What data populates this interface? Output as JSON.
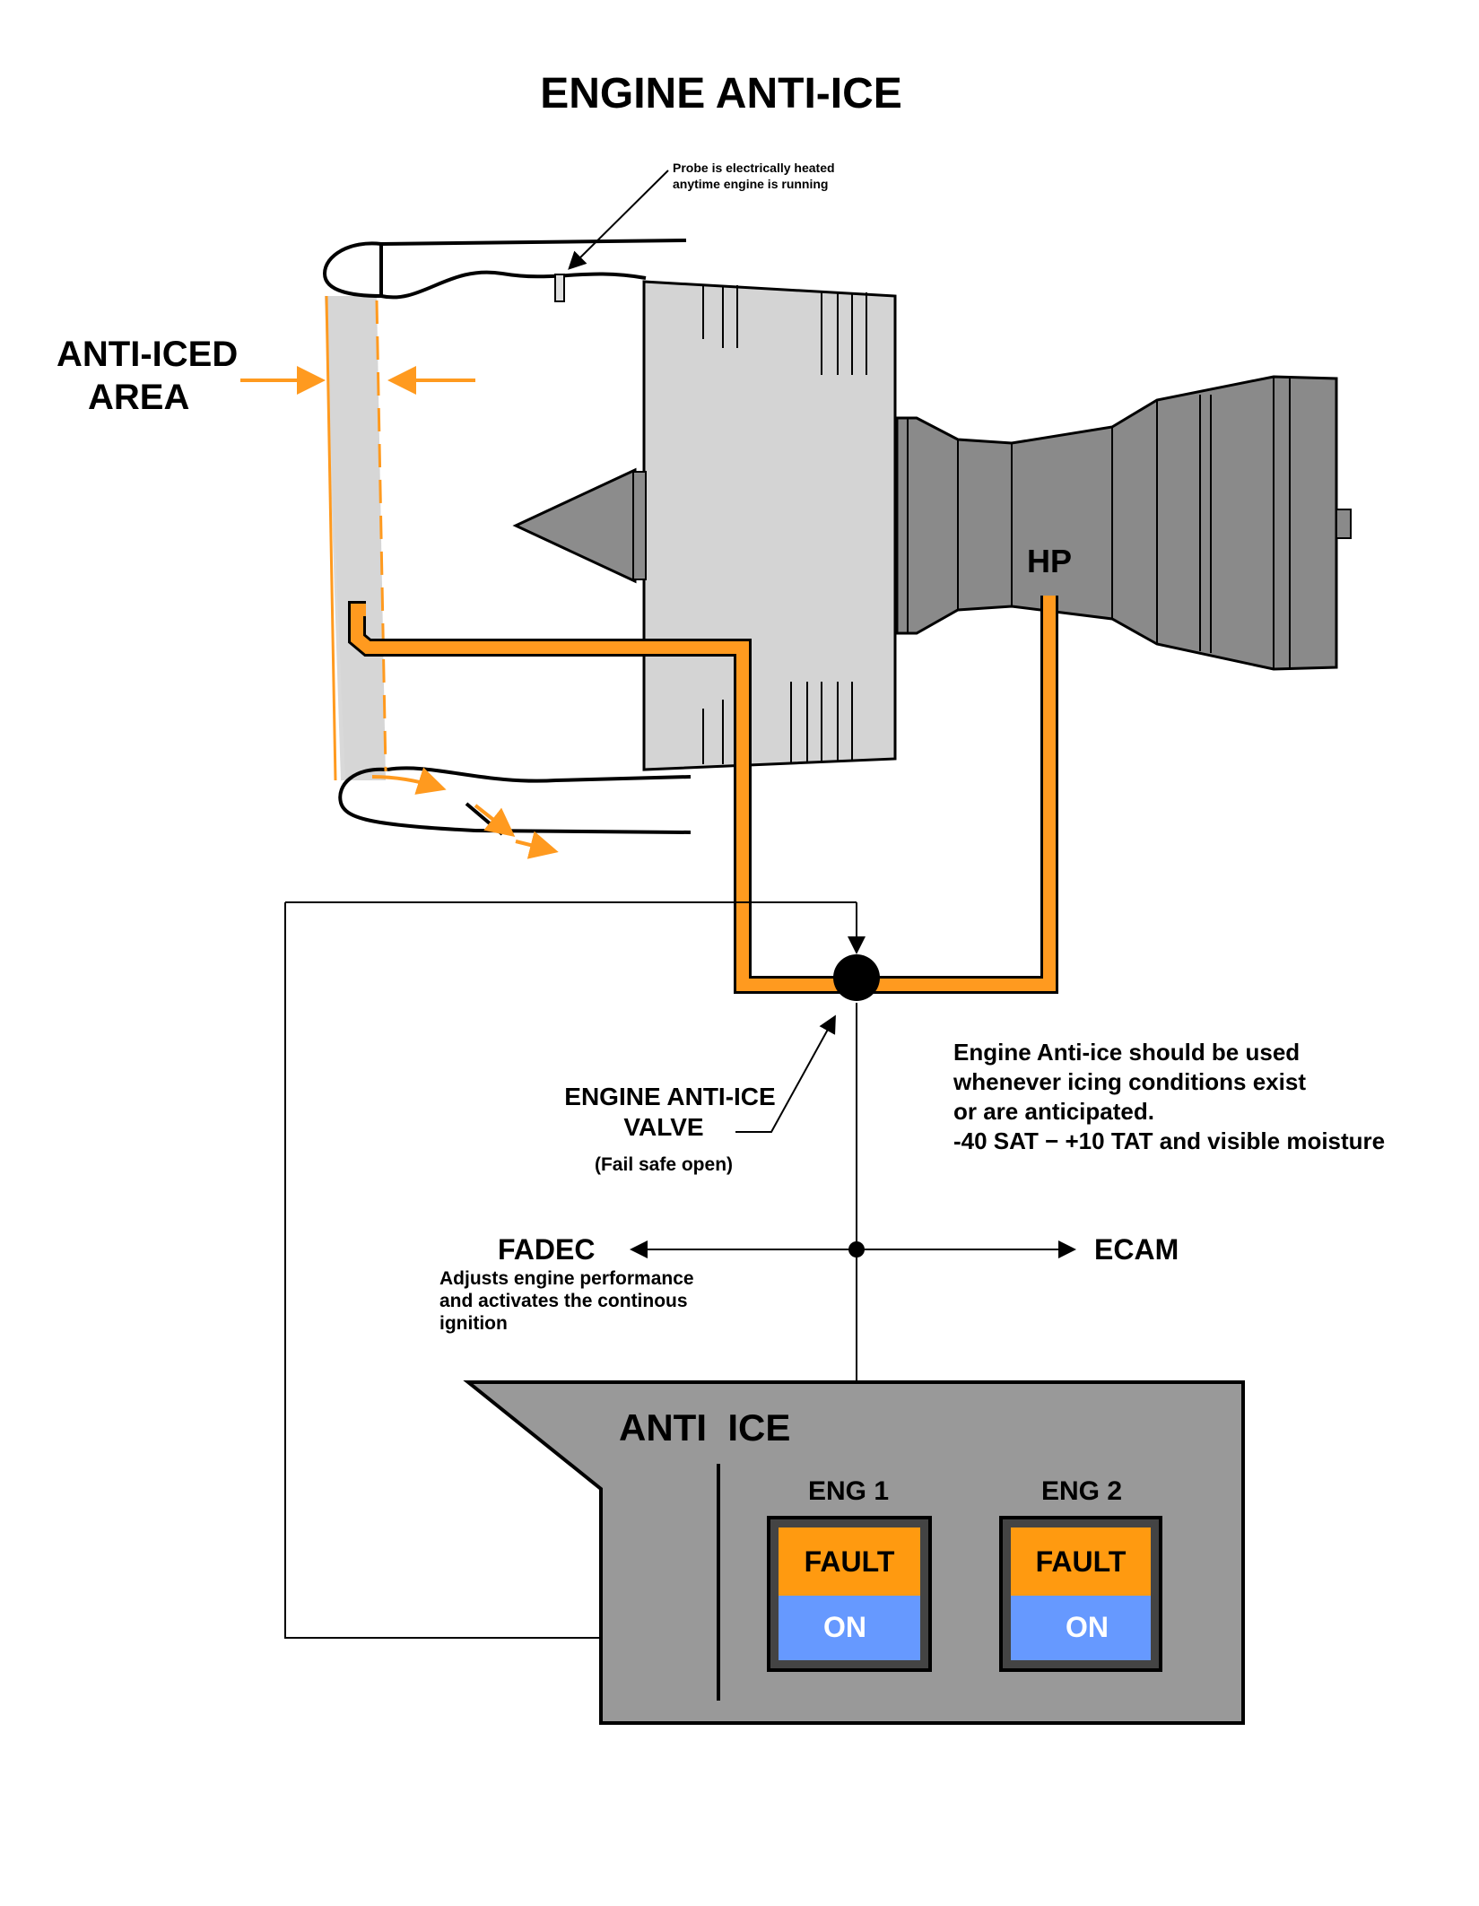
{
  "title": "ENGINE ANTI-ICE",
  "probe_note": [
    "Probe is electrically heated",
    "anytime engine is running"
  ],
  "anti_iced_area": [
    "ANTI-ICED",
    "AREA"
  ],
  "hp_label": "HP",
  "valve_label": [
    "ENGINE ANTI-ICE",
    "VALVE"
  ],
  "valve_note": "(Fail safe open)",
  "usage_note": [
    "Engine Anti-ice should be used",
    "whenever icing conditions exist",
    "or are anticipated.",
    "-40 SAT − +10 TAT and visible moisture"
  ],
  "fadec": {
    "label": "FADEC",
    "desc": [
      "Adjusts engine performance",
      "and activates the continous",
      "ignition"
    ]
  },
  "ecam_label": "ECAM",
  "panel": {
    "title": "ANTI  ICE",
    "eng1": {
      "label": "ENG 1",
      "fault": "FAULT",
      "on": "ON"
    },
    "eng2": {
      "label": "ENG 2",
      "fault": "FAULT",
      "on": "ON"
    }
  },
  "colors": {
    "bleed_duct": "#ff9a1f",
    "fault_light": "#ff9a10",
    "on_light": "#6699ff",
    "panel": "#999999",
    "engine_core": "#8a8a8a",
    "engine_fan": "#d6d6d6"
  }
}
